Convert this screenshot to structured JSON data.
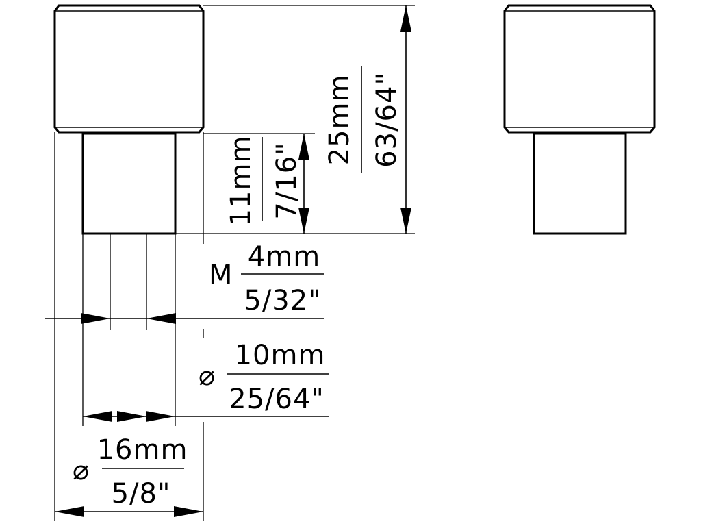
{
  "dimensions": {
    "height_total": {
      "metric": "25mm",
      "imperial": "63/64\""
    },
    "shank_height": {
      "metric": "11mm",
      "imperial": "7/16\""
    },
    "thread": {
      "prefix": "M",
      "metric": "4mm",
      "imperial": "5/32\""
    },
    "shank_diameter": {
      "prefix": "⌀",
      "metric": "10mm",
      "imperial": "25/64\""
    },
    "head_diameter": {
      "prefix": "⌀",
      "metric": "16mm",
      "imperial": "5/8\""
    }
  },
  "colors": {
    "line": "#000000",
    "background": "#ffffff"
  }
}
